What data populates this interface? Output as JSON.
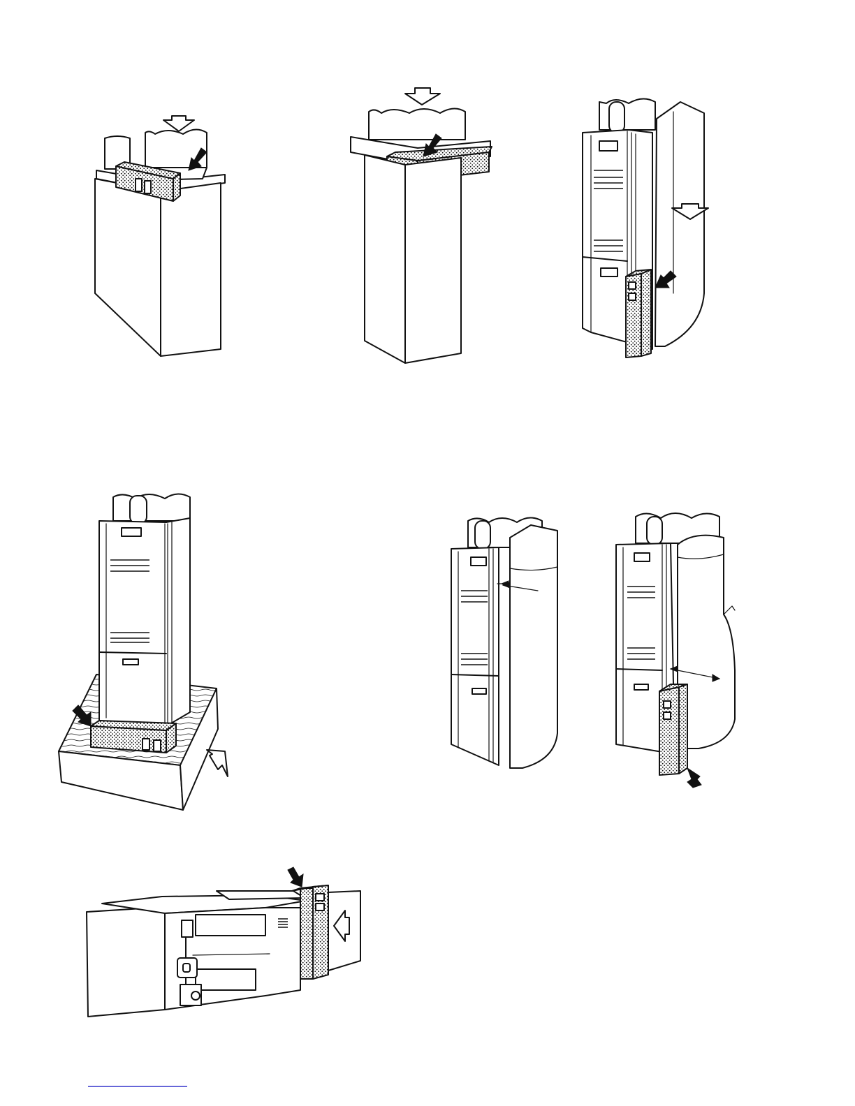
{
  "figures": [
    {
      "id": "a"
    },
    {
      "id": "b"
    },
    {
      "id": "c"
    },
    {
      "id": "d"
    },
    {
      "id": "e"
    },
    {
      "id": "f"
    },
    {
      "id": "g"
    }
  ],
  "icons": {
    "airflow": "hollow-arrow-icon",
    "location": "solid-arrow-icon"
  },
  "colors": {
    "ink": "#111111",
    "paper": "#ffffff",
    "footer_rule": "#3333cc"
  }
}
